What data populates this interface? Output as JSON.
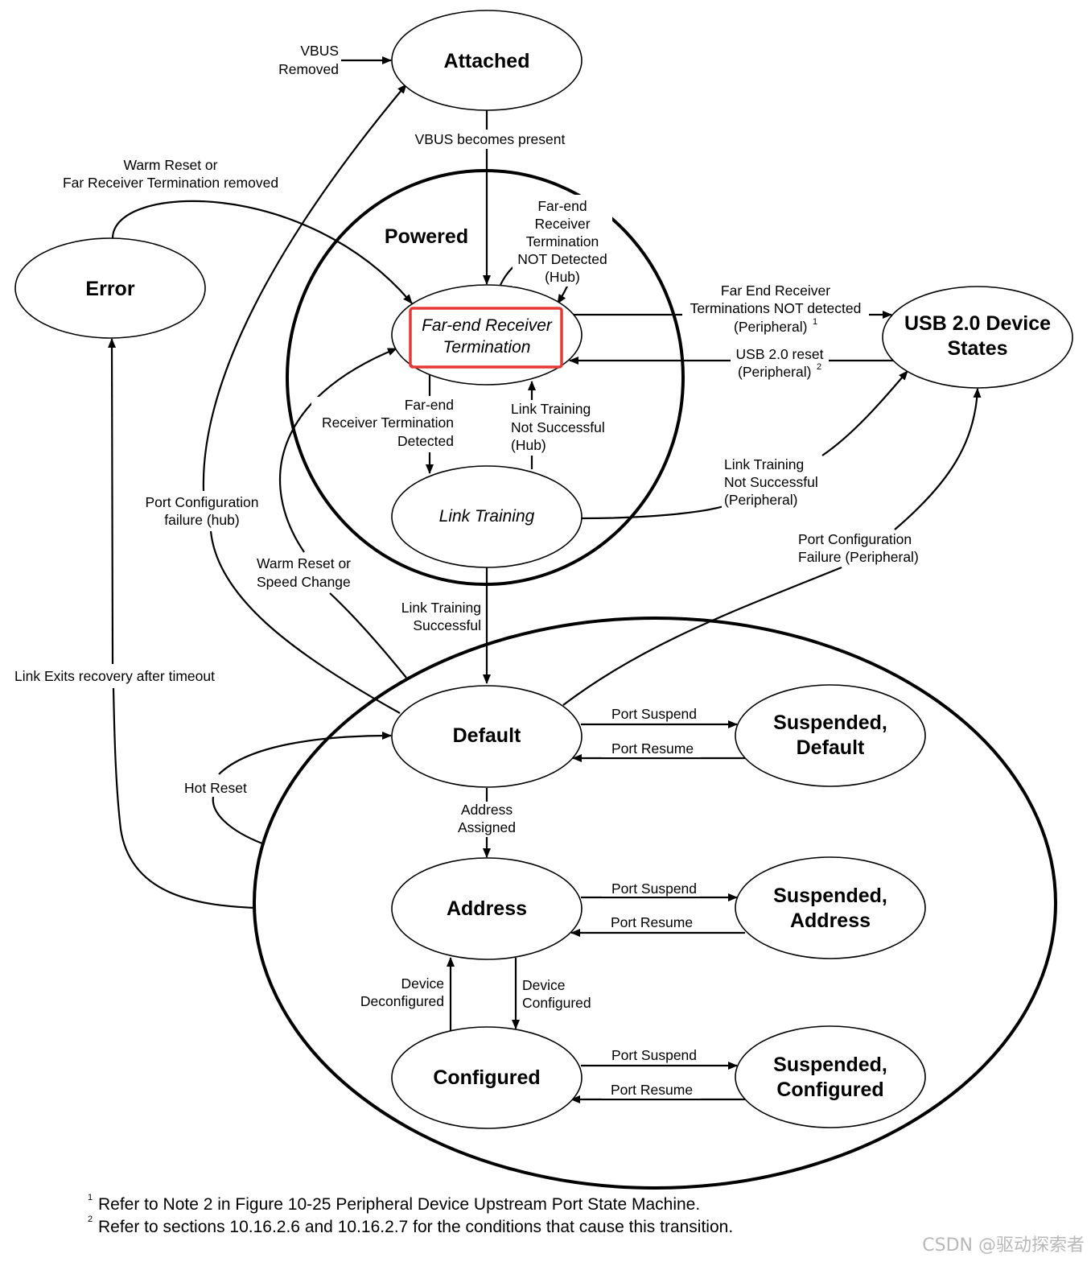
{
  "states": {
    "attached": "Attached",
    "powered": "Powered",
    "error": "Error",
    "far_end_line1": "Far-end Receiver",
    "far_end_line2": "Termination",
    "usb2_line1": "USB 2.0 Device",
    "usb2_line2": "States",
    "link_training": "Link Training",
    "default": "Default",
    "address": "Address",
    "configured": "Configured",
    "suspended_default_line1": "Suspended,",
    "suspended_default_line2": "Default",
    "suspended_address_line1": "Suspended,",
    "suspended_address_line2": "Address",
    "suspended_configured_line1": "Suspended,",
    "suspended_configured_line2": "Configured"
  },
  "transitions": {
    "vbus_removed_1": "VBUS",
    "vbus_removed_2": "Removed",
    "vbus_present": "VBUS becomes present",
    "warm_reset_far_1": "Warm Reset or",
    "warm_reset_far_2": "Far Receiver Termination removed",
    "far_end_not_detected_hub_1": "Far-end",
    "far_end_not_detected_hub_2": "Receiver",
    "far_end_not_detected_hub_3": "Termination",
    "far_end_not_detected_hub_4": "NOT Detected",
    "far_end_not_detected_hub_5": "(Hub)",
    "far_end_not_detected_periph_1": "Far End Receiver",
    "far_end_not_detected_periph_2": "Terminations NOT detected",
    "far_end_not_detected_periph_3": "(Peripheral)",
    "far_end_not_detected_periph_sup": "1",
    "usb2_reset_1": "USB 2.0 reset",
    "usb2_reset_2": "(Peripheral)",
    "usb2_reset_sup": "2",
    "far_end_detected_1": "Far-end",
    "far_end_detected_2": "Receiver Termination",
    "far_end_detected_3": "Detected",
    "lt_fail_hub_1": "Link Training",
    "lt_fail_hub_2": "Not Successful",
    "lt_fail_hub_3": "(Hub)",
    "lt_fail_periph_1": "Link Training",
    "lt_fail_periph_2": "Not Successful",
    "lt_fail_periph_3": "(Peripheral)",
    "port_cfg_fail_hub_1": "Port Configuration",
    "port_cfg_fail_hub_2": "failure (hub)",
    "port_cfg_fail_periph_1": "Port Configuration",
    "port_cfg_fail_periph_2": "Failure (Peripheral)",
    "warm_reset_speed_1": "Warm Reset or",
    "warm_reset_speed_2": "Speed Change",
    "lt_success_1": "Link Training",
    "lt_success_2": "Successful",
    "link_exits_recovery": "Link Exits recovery after timeout",
    "hot_reset": "Hot Reset",
    "port_suspend": "Port Suspend",
    "port_resume": "Port Resume",
    "address_assigned_1": "Address",
    "address_assigned_2": "Assigned",
    "device_deconfigured_1": "Device",
    "device_deconfigured_2": "Deconfigured",
    "device_configured_1": "Device",
    "device_configured_2": "Configured"
  },
  "footnotes": {
    "n1_sup": "1",
    "n1": "Refer to Note 2 in Figure 10-25 Peripheral Device Upstream Port State Machine.",
    "n2_sup": "2",
    "n2": "Refer to sections 10.16.2.6 and 10.16.2.7 for the conditions that cause this transition."
  },
  "watermark": "CSDN @驱动探索者",
  "colors": {
    "highlight": "#e53935",
    "line": "#000000"
  }
}
